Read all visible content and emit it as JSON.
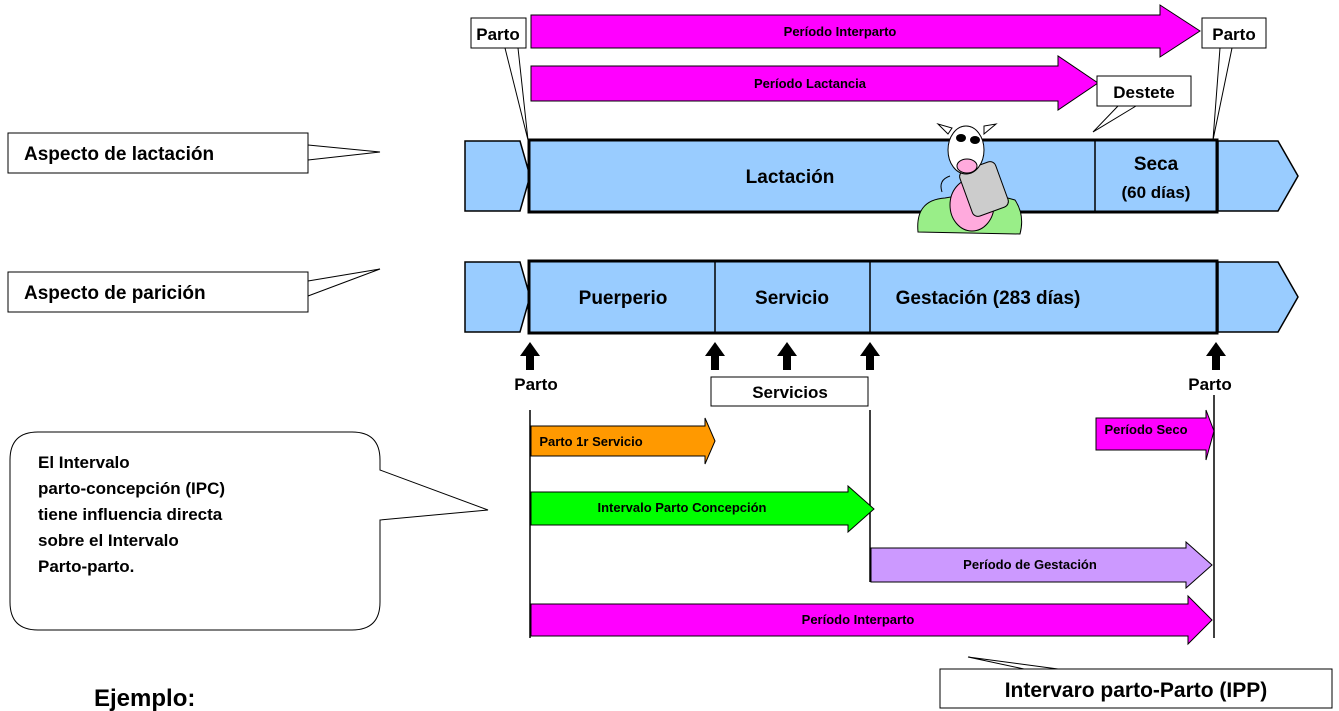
{
  "callouts": {
    "lactacion": "Aspecto de lactación",
    "paricion": "Aspecto de parición",
    "ipc_note": [
      "El Intervalo",
      "parto-concepción (IPC)",
      "tiene influencia directa",
      "sobre el Intervalo",
      "Parto-parto."
    ],
    "ipp": "Intervaro parto-Parto (IPP)"
  },
  "top": {
    "parto_left": "Parto",
    "parto_right": "Parto",
    "destete": "Destete",
    "interparto_top": "Período Interparto",
    "lactancia": "Período Lactancia"
  },
  "lactation_bar": {
    "lactacion": "Lactación",
    "seca_line1": "Seca",
    "seca_line2": "(60 días)"
  },
  "parition_bar": {
    "puerperio": "Puerperio",
    "servicio": "Servicio",
    "gestacion": "Gestación (283 días)"
  },
  "markers": {
    "parto_left": "Parto",
    "servicios": "Servicios",
    "parto_right": "Parto"
  },
  "intervals": {
    "parto_1r_servicio": "Parto 1r Servicio",
    "periodo_seco": "Período Seco",
    "ipc": "Intervalo Parto Concepción",
    "gestacion": "Período de Gestación",
    "interparto": "Período Interparto"
  },
  "footer": {
    "ejemplo": "Ejemplo:"
  },
  "colors": {
    "bar_fill": "#99ccff",
    "magenta": "#ff00ff",
    "orange": "#ff9900",
    "green": "#00ff00",
    "lavender": "#cc99ff"
  }
}
